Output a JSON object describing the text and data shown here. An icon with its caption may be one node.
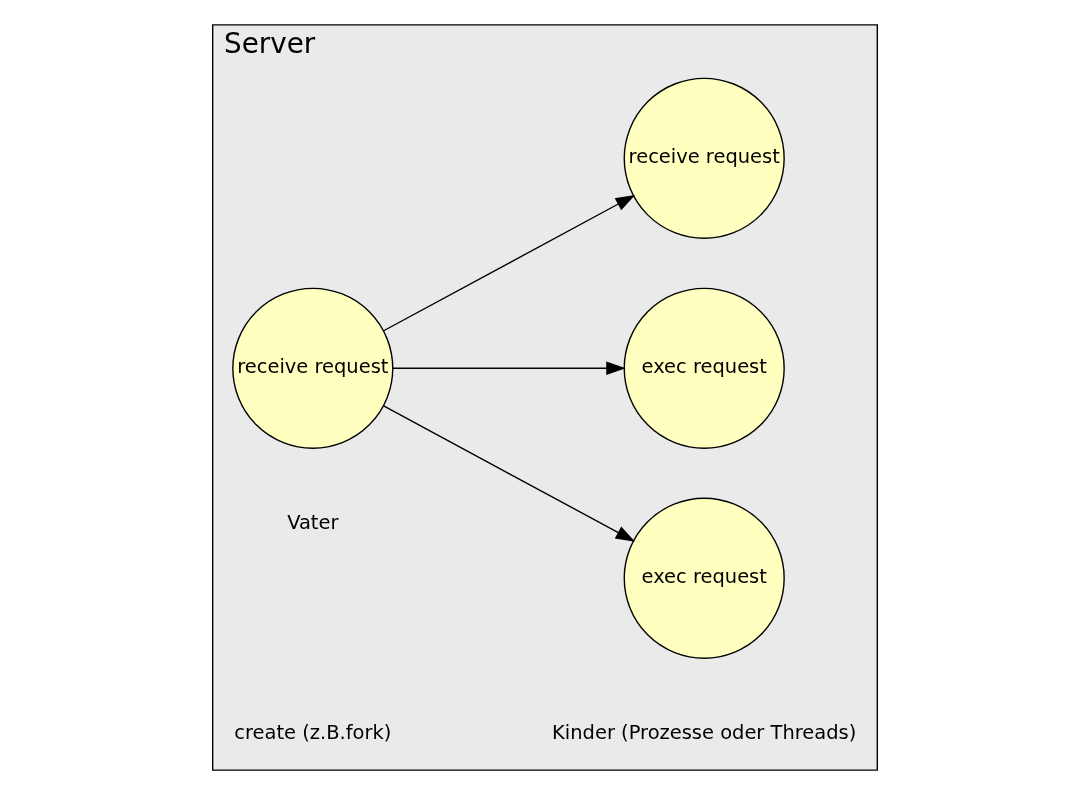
{
  "diagram": {
    "nodes": [
      {
        "text": [
          "Server"
        ]
      },
      {
        "text": [
          "receive request"
        ],
        "in": 0,
        "beside": [
          "Vater"
        ]
      },
      {
        "text": [
          "exec request"
        ],
        "in": 0
      },
      {
        "text": [
          "exec request"
        ],
        "in": 0
      },
      {
        "text": [
          "receive request"
        ],
        "in": 0
      }
    ],
    "edges": [
      {
        "from": 1,
        "to": 2,
        "arrow": "to"
      },
      {
        "from": 1,
        "to": 3,
        "arrow": "to"
      },
      {
        "from": 1,
        "to": 4,
        "arrow": "to"
      }
    ],
    "labels": [
      "create (z.B.fork)",
      "Kinder (Prozesse oder Threads)"
    ]
  }
}
